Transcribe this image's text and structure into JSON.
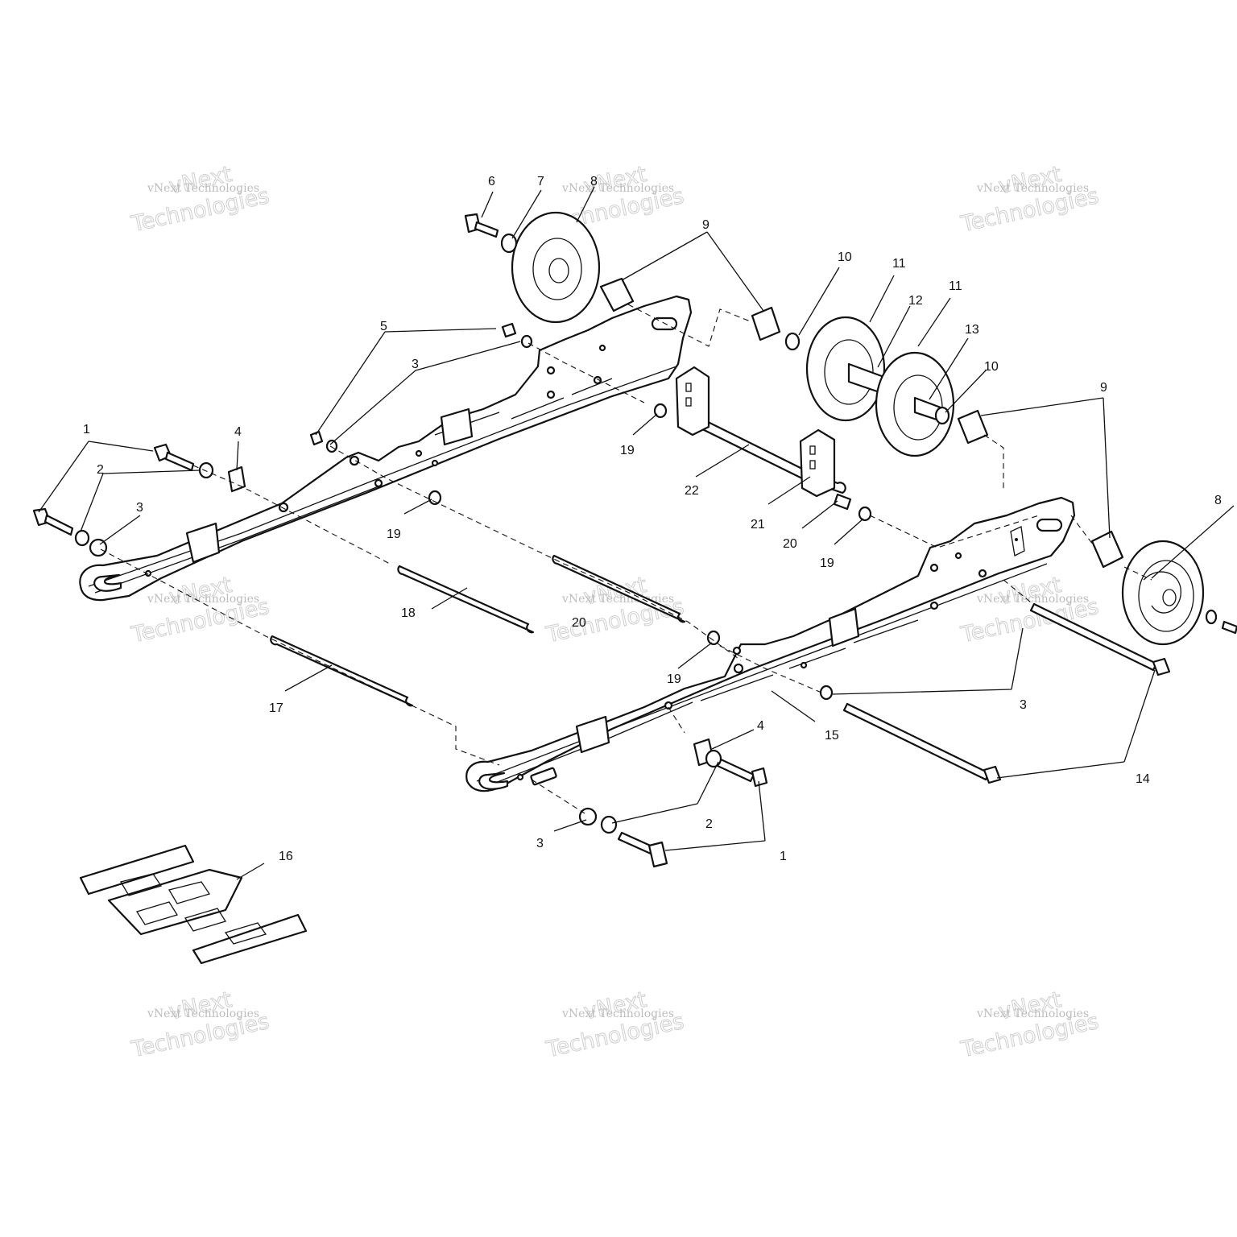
{
  "watermark": {
    "line1": "vNext Technologies",
    "line2_a": "vNext",
    "line2_b": "Technologies"
  },
  "callouts": [
    "1",
    "2",
    "3",
    "4",
    "5",
    "6",
    "7",
    "8",
    "9",
    "10",
    "11",
    "12",
    "13",
    "14",
    "15",
    "16",
    "17",
    "18",
    "19",
    "20",
    "21",
    "22"
  ],
  "colors": {
    "ink": "#111111",
    "watermark": "#bdbdbd",
    "background": "#ffffff"
  }
}
